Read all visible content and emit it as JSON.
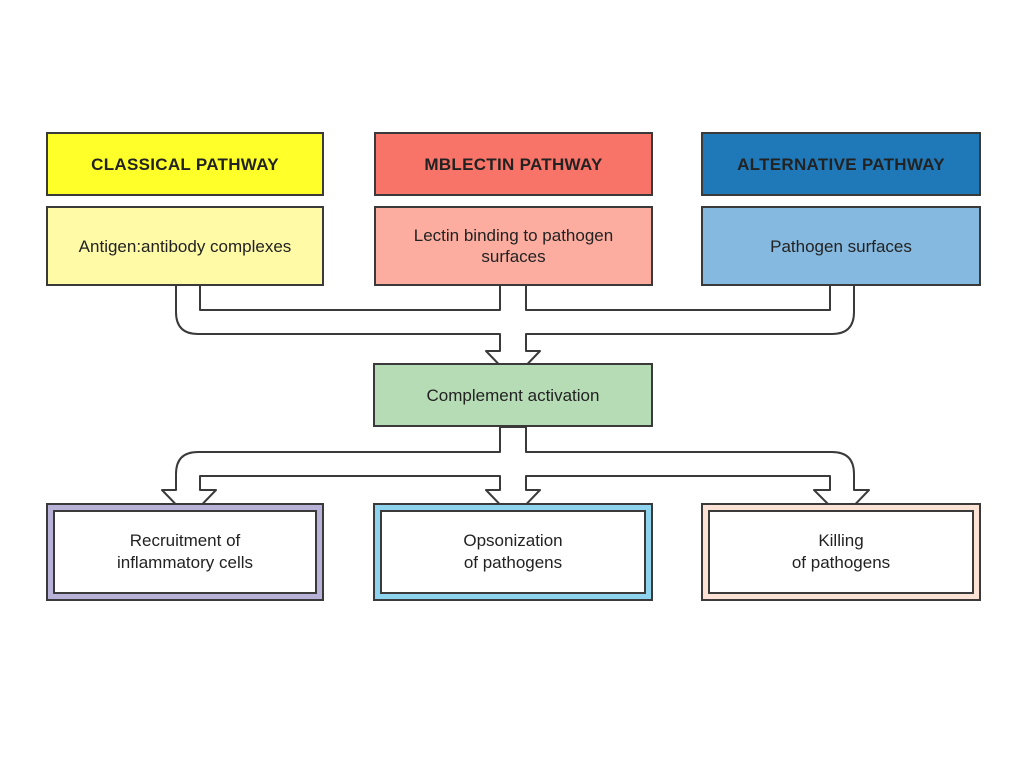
{
  "colors": {
    "classical_header": "#ffff2a",
    "classical_body": "#fffaa6",
    "lectin_header": "#f87468",
    "lectin_body": "#fcada0",
    "alternative_header": "#1f78b8",
    "alternative_body": "#86b9df",
    "activation": "#b5dcb5",
    "recruitment_frame": "#b9b2d8",
    "opsonization_frame": "#8fd4ee",
    "killing_frame": "#fbe2d4"
  },
  "pathways": [
    {
      "header": "CLASSICAL  PATHWAY",
      "trigger": "Antigen:antibody  complexes"
    },
    {
      "header": "MBLECTIN  PATHWAY",
      "trigger": "Lectin  binding  to  pathogen\nsurfaces"
    },
    {
      "header": "ALTERNATIVE  PATHWAY",
      "trigger": "Pathogen  surfaces"
    }
  ],
  "activation": {
    "label": "Complement  activation"
  },
  "outcomes": [
    {
      "label": "Recruitment  of\ninflammatory  cells"
    },
    {
      "label": "Opsonization\nof  pathogens"
    },
    {
      "label": "Killing\nof  pathogens"
    }
  ]
}
